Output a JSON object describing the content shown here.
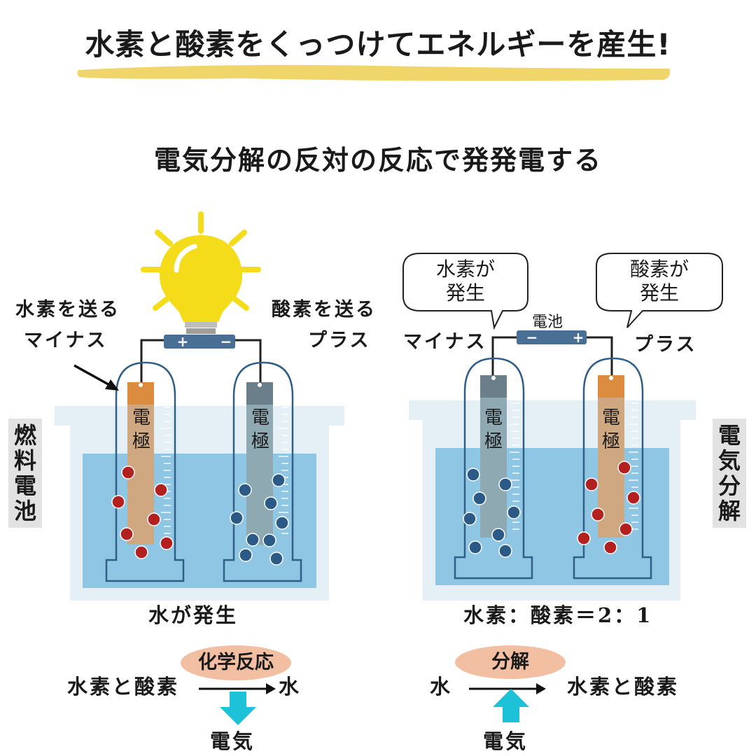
{
  "headline": "水素と酸素をくっつけてエネルギーを産生!",
  "subtitle": "電気分解の反対の反応で発発電する",
  "fuel_cell": {
    "side_tag": "燃料電池",
    "left_label_line1": "水素を送る",
    "left_label_line2": "マイナス",
    "right_label_line1": "酸素を送る",
    "right_label_line2": "プラス",
    "battery_plus": "+",
    "battery_minus": "−",
    "electrode_label": "電極",
    "bottom_caption": "水が発生",
    "reaction": {
      "reactants": "水素と酸素",
      "process": "化学反応",
      "product": "水",
      "output": "電気"
    }
  },
  "electrolysis": {
    "side_tag": "電気分解",
    "bubble_left": "水素が発生",
    "bubble_left_line1": "水素が",
    "bubble_left_line2": "発生",
    "bubble_right_line1": "酸素が",
    "bubble_right_line2": "発生",
    "battery_label": "電池",
    "battery_minus": "−",
    "battery_plus": "+",
    "left_label": "マイナス",
    "right_label": "プラス",
    "electrode_label": "電極",
    "ratio_caption": "水素：酸素＝2：1",
    "reaction": {
      "reactant": "水",
      "process": "分解",
      "products": "水素と酸素",
      "input": "電気"
    }
  },
  "colors": {
    "highlight": "#f0d56a",
    "tank": "#e4f0f5",
    "water": "#8ec6e3",
    "electrode_copper": "#cfa882",
    "electrode_copper_top": "#dc8c3e",
    "electrode_gray": "#8fa9b3",
    "electrode_gray_top": "#6a7f89",
    "battery": "#4a6f94",
    "minus_particle": "#b32020",
    "plus_particle": "#2b5a86",
    "bulb": "#f5dc1a",
    "arrow_cyan": "#1ec2d8",
    "pill": "#f3bfa3"
  }
}
